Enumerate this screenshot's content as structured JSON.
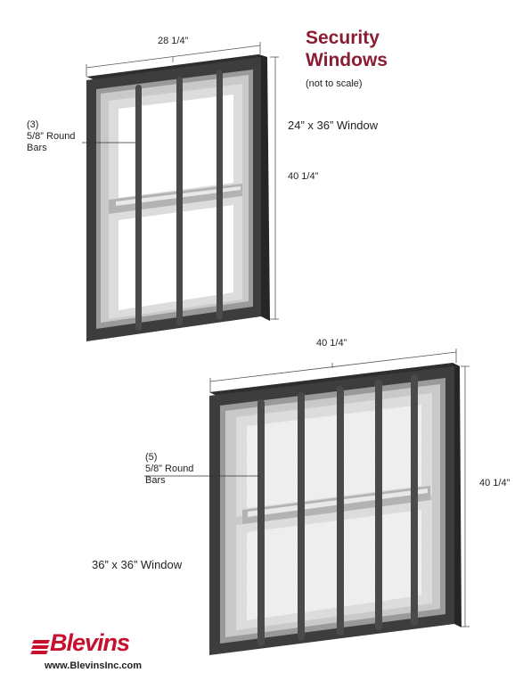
{
  "title_line1": "Security",
  "title_line2": "Windows",
  "subtitle": "(not to scale)",
  "window1": {
    "size_label": "24” x 36” Window",
    "width_dim": "28 1/4”",
    "height_dim": "40 1/4”",
    "bars_count": "(3)",
    "bars_desc_line1": "5/8” Round",
    "bars_desc_line2": "Bars"
  },
  "window2": {
    "size_label": "36” x 36” Window",
    "width_dim": "40 1/4”",
    "height_dim": "40 1/4”",
    "bars_count": "(5)",
    "bars_desc_line1": "5/8” Round",
    "bars_desc_line2": "Bars"
  },
  "brand": {
    "logo": "Blevins",
    "url": "www.BlevinsInc.com"
  },
  "colors": {
    "title": "#8a1c33",
    "brand": "#c8102e",
    "frame": "#3d3d3d",
    "bars": "#4a4a4a",
    "sash": "#d6d6d6"
  }
}
